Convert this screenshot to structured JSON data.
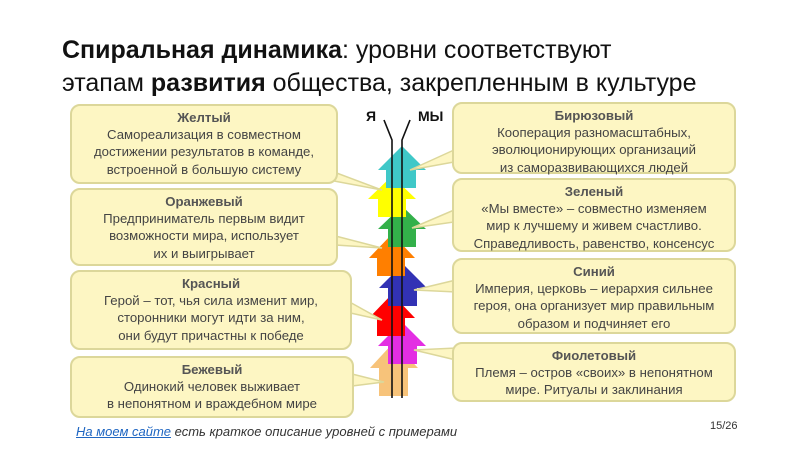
{
  "title": {
    "bold1": "Спиральная динамика",
    "rest1": ": уровни соответствуют",
    "pre2": "этапам ",
    "bold2": "развития",
    "rest2": " общества, закрепленным в культуре"
  },
  "axis": {
    "left": "Я",
    "right": "МЫ"
  },
  "levels": {
    "yellow": {
      "name": "Желтый",
      "lines": [
        "Самореализация в совместном",
        "достижении результатов в команде,",
        "встроенной в большую систему"
      ],
      "color": "#ffff00"
    },
    "orange": {
      "name": "Оранжевый",
      "lines": [
        "Предприниматель первым видит",
        "возможности мира, использует",
        "их и выигрывает"
      ],
      "color": "#ff7f00"
    },
    "red": {
      "name": "Красный",
      "lines": [
        "Герой – тот, чья сила изменит мир,",
        "сторонники могут идти за ним,",
        "они будут причастны к победе"
      ],
      "color": "#ff0000"
    },
    "beige": {
      "name": "Бежевый",
      "lines": [
        "Одинокий человек выживает",
        "в непонятном и враждебном мире"
      ],
      "color": "#f7c37a"
    },
    "turquoise": {
      "name": "Бирюзовый",
      "lines": [
        "Кооперация разномасштабных,",
        "эволюционирующих организаций",
        "из саморазвивающихся людей"
      ],
      "color": "#3fc8c8"
    },
    "green": {
      "name": "Зеленый",
      "lines": [
        "«Мы вместе» – совместно изменяем",
        "мир к лучшему и живем счастливо.",
        "Справедливость, равенство, консенсус"
      ],
      "color": "#33b04a"
    },
    "blue": {
      "name": "Синий",
      "lines": [
        "Империя, церковь – иерархия сильнее",
        "героя, она организует мир правильным",
        "образом и подчиняет его"
      ],
      "color": "#3232b4"
    },
    "violet": {
      "name": "Фиолетовый",
      "lines": [
        "Племя – остров «своих» в непонятном",
        "мире. Ритуалы и заклинания"
      ],
      "color": "#e32ee3"
    }
  },
  "footer": {
    "link": "На моем сайте",
    "text": " есть краткое описание уровней с примерами"
  },
  "page": "15/26"
}
